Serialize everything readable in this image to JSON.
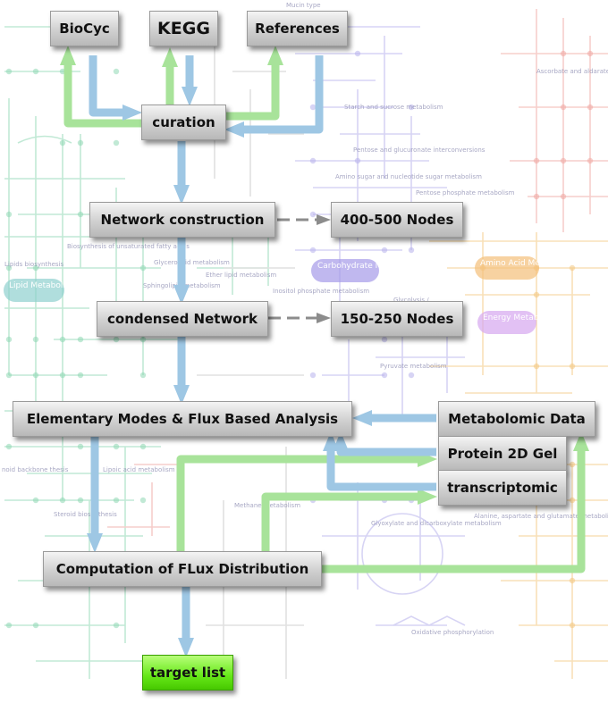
{
  "diagram": {
    "nodes": {
      "biocyc": "BioCyc",
      "kegg": "KEGG",
      "references": "References",
      "curation": "curation",
      "network_construction": "Network construction",
      "nodes_400_500": "400-500 Nodes",
      "condensed_network": "condensed Network",
      "nodes_150_250": "150-250 Nodes",
      "elementary_modes": "Elementary Modes & Flux Based Analysis",
      "metabolomic_data": "Metabolomic Data",
      "protein_2d_gel": "Protein 2D Gel",
      "transcriptomic": "transcriptomic",
      "computation_flux": "Computation of FLux Distribution",
      "target_list": "target list"
    },
    "arrow_colors": {
      "blue": "#9ec7e4",
      "green": "#a8e39a",
      "gray": "#8c8c8c"
    }
  },
  "background_map": {
    "pills": {
      "lipid": "Lipid Metabolism",
      "carbohydrate": "Carbohydrate Metabolism",
      "amino_acid": "Amino Acid Metabolism",
      "energy": "Energy Metabolism"
    },
    "labels": {
      "l1": "Ascorbate and aldarate metabolism",
      "l2": "Starch and sucrose metabolism",
      "l3": "Pentose and glucuronate interconversions",
      "l4": "Amino sugar and nucleotide sugar metabolism",
      "l5": "Pentose phosphate metabolism",
      "l6": "Inositol phosphate metabolism",
      "l7": "Glycolysis /",
      "l8": "Pyruvate metabolism",
      "l9": "Glyoxylate and dicarboxylate metabolism",
      "l10": "Methane metabolism",
      "l11": "Oxidative phosphorylation",
      "l12": "Steroid biosynthesis",
      "l13": "Glycerolipid metabolism",
      "l14": "Ether lipid metabolism",
      "l15": "Sphingolipid metabolism",
      "l16": "Biosynthesis of unsaturated fatty acids",
      "l17": "Lipoic acid metabolism",
      "l18": "Alanine, aspartate and glutamate metabolism",
      "l19": "Mucin type",
      "l20": "Lipids biosynthesis",
      "l21": "noid backbone thesis"
    }
  }
}
